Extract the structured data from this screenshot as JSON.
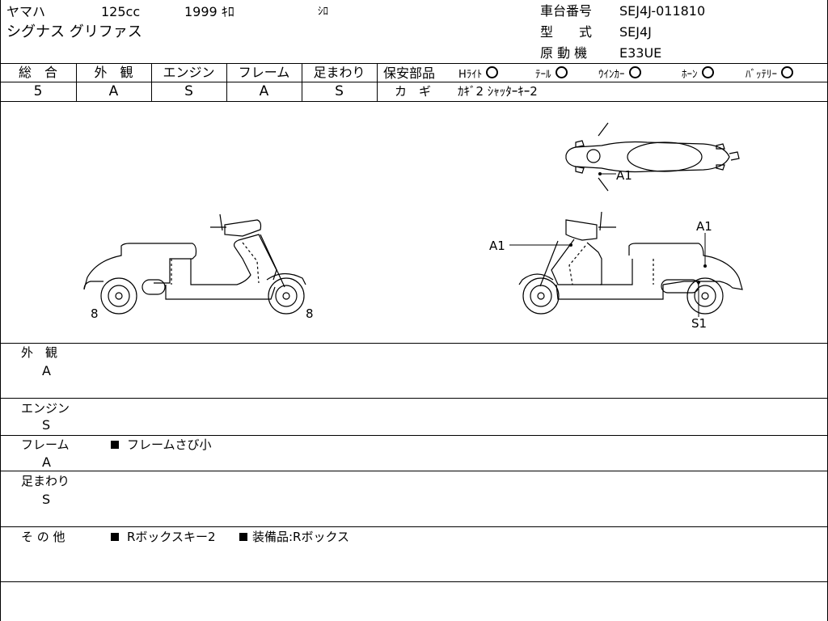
{
  "header": {
    "maker": "ヤマハ",
    "displacement": "125cc",
    "year": "1999 ｷﾛ",
    "color": "ｼﾛ",
    "model_name": "シグナス グリファス",
    "frame_no_label": "車台番号",
    "frame_no": "SEJ4J-011810",
    "type_label": "型　　式",
    "type": "SEJ4J",
    "engine_label": "原 動 機",
    "engine": "E33UE"
  },
  "ratings": [
    {
      "label": "総　合",
      "value": "5"
    },
    {
      "label": "外　観",
      "value": "A"
    },
    {
      "label": "エンジン",
      "value": "S"
    },
    {
      "label": "フレーム",
      "value": "A"
    },
    {
      "label": "足まわり",
      "value": "S"
    }
  ],
  "safety": {
    "label": "保安部品",
    "items": [
      {
        "label": "Hﾗｲﾄ"
      },
      {
        "label": "ﾃｰﾙ"
      },
      {
        "label": "ｳｲﾝｶｰ"
      },
      {
        "label": "ﾎｰﾝ"
      },
      {
        "label": "ﾊﾞｯﾃﾘｰ"
      }
    ],
    "key_label": "カ　ギ",
    "key_value": "ｶｷﾞ2 ｼｬｯﾀｰｷｰ2"
  },
  "diagram": {
    "left_front_mark": "8",
    "left_rear_mark": "8",
    "top_mark": "A1",
    "right_mark_1": "A1",
    "right_mark_2": "A1",
    "right_mark_3": "S1"
  },
  "notes": [
    {
      "label": "外　観",
      "grade": "A",
      "items": []
    },
    {
      "label": "エンジン",
      "grade": "S",
      "items": []
    },
    {
      "label": "フレーム",
      "grade": "A",
      "items": [
        "フレームさび小"
      ]
    },
    {
      "label": "足まわり",
      "grade": "S",
      "items": []
    },
    {
      "label": "そ の 他",
      "grade": "",
      "items": [
        "Rボックスキー2",
        "装備品:Rボックス"
      ]
    }
  ]
}
